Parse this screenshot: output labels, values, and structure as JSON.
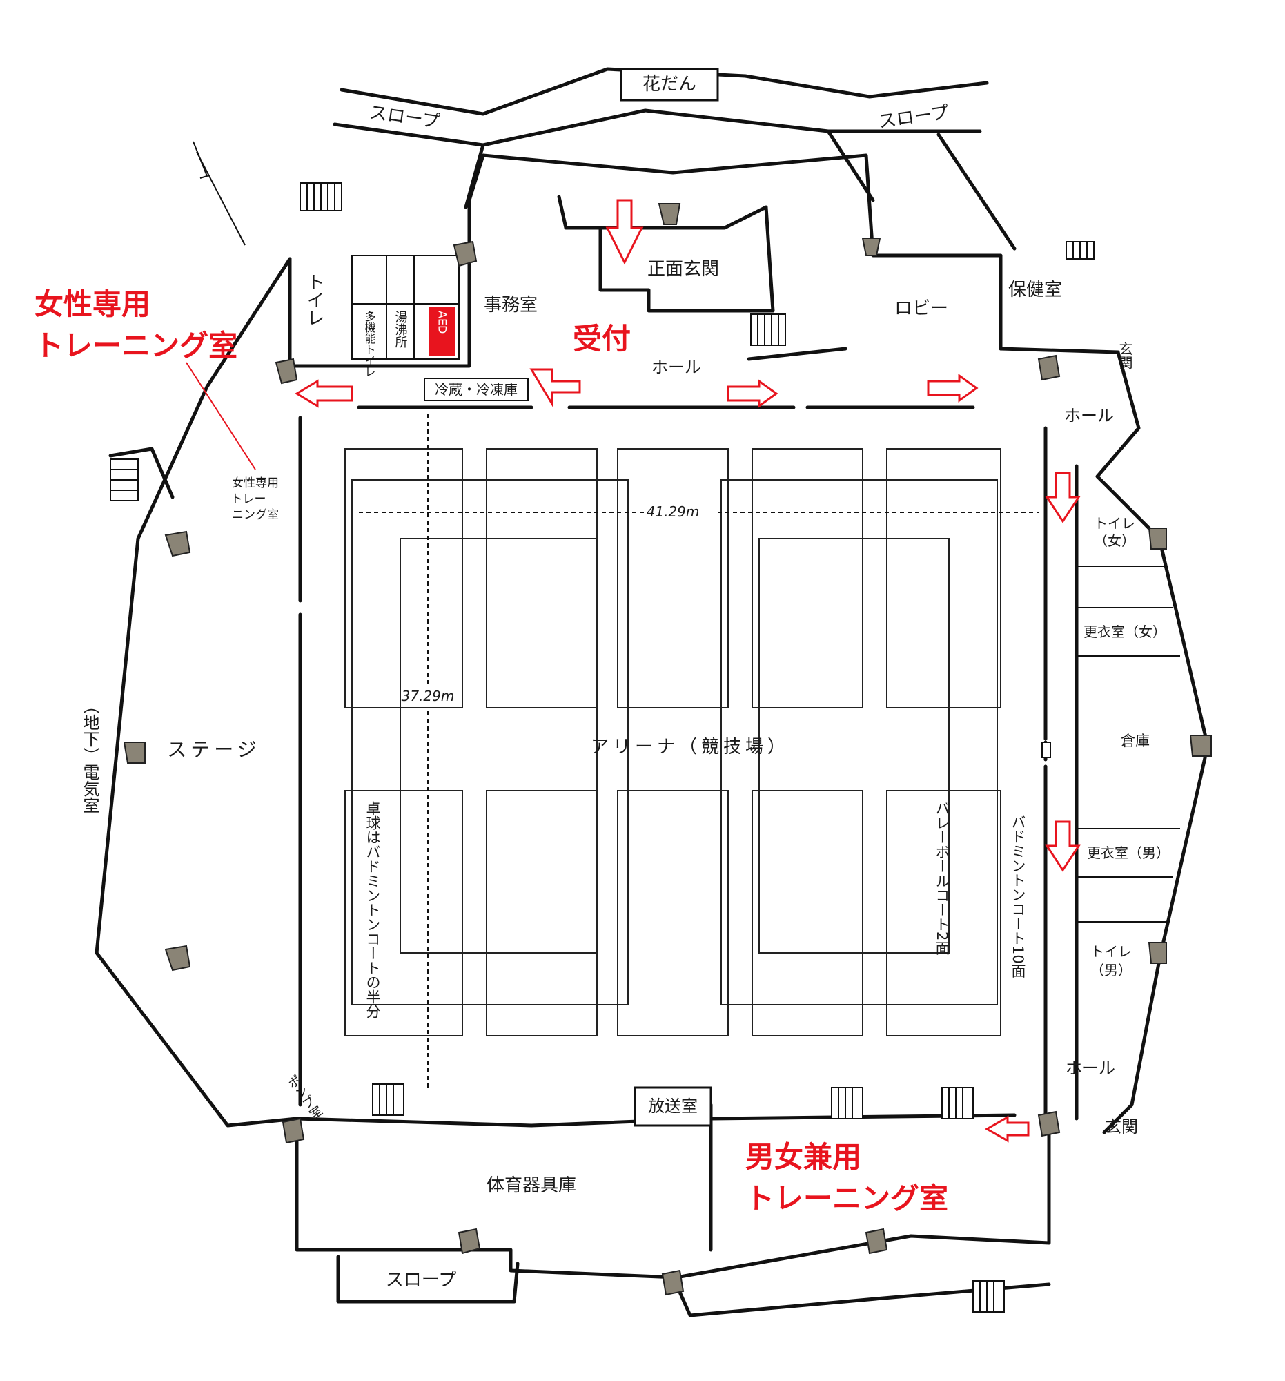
{
  "title_left": "女性専用\nトレーニング室",
  "title_right": "男女兼用\nトレーニング室",
  "reception": "受付",
  "labels": {
    "flowerbed": "花だん",
    "slope_nw": "スロープ",
    "slope_ne": "スロープ",
    "slope_s": "スロープ",
    "toilet_nw": "トイレ",
    "multi_toilet": "多機能トイレ",
    "kitchen": "湯沸所",
    "aed": "AED",
    "office": "事務室",
    "main_entrance": "正面玄関",
    "lobby": "ロビー",
    "health_room": "保健室",
    "hall_n": "ホール",
    "hall_e": "ホール",
    "hall_se": "ホール",
    "entrance_ne": "玄関",
    "entrance_se": "玄関",
    "fridge": "冷蔵・冷凍庫",
    "women_training_small": "女性専用\nトレー\nニング室",
    "stage": "ステージ",
    "electric_room": "（地下）電気室",
    "arena": "アリーナ（競技場）",
    "width_dim": "41.29m",
    "height_dim": "37.29m",
    "table_tennis": "卓球はバドミントンコートの半分",
    "volleyball": "バレーボールコート2面",
    "badminton": "バドミントンコート10面",
    "toilet_w": "トイレ（女）",
    "locker_w": "更衣室（女）",
    "storage": "倉庫",
    "locker_m": "更衣室（男）",
    "toilet_m": "トイレ（男）",
    "broadcast": "放送室",
    "equipment": "体育器具庫",
    "pump": "ポンプ室"
  },
  "colors": {
    "accent_red": "#e8141e",
    "column": "#8a8476"
  }
}
